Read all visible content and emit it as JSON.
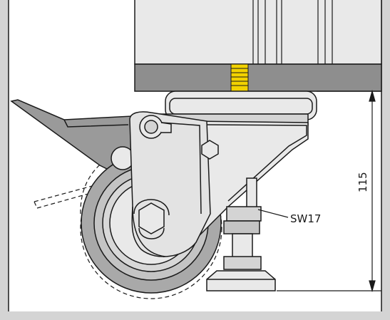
{
  "labels": {
    "wrench_size": "SW17",
    "height_dimension": "115"
  },
  "colors": {
    "background": "#ffffff",
    "frame_gray": "#d4d4d4",
    "light_part": "#e9e9e9",
    "mid_part": "#cfcfcf",
    "dark_part": "#8e8e8e",
    "brake_pedal": "#9a9a9a",
    "wheel_outer": "#a9a9a9",
    "wheel_ring": "#c4c4c4",
    "thread_yellow": "#f2d200",
    "line": "#1a1a1a"
  },
  "icons": {
    "thread_marker": "yellow-thread-marker",
    "hex_nut": "hex-nut-icon",
    "hex_socket": "hex-socket-icon"
  }
}
